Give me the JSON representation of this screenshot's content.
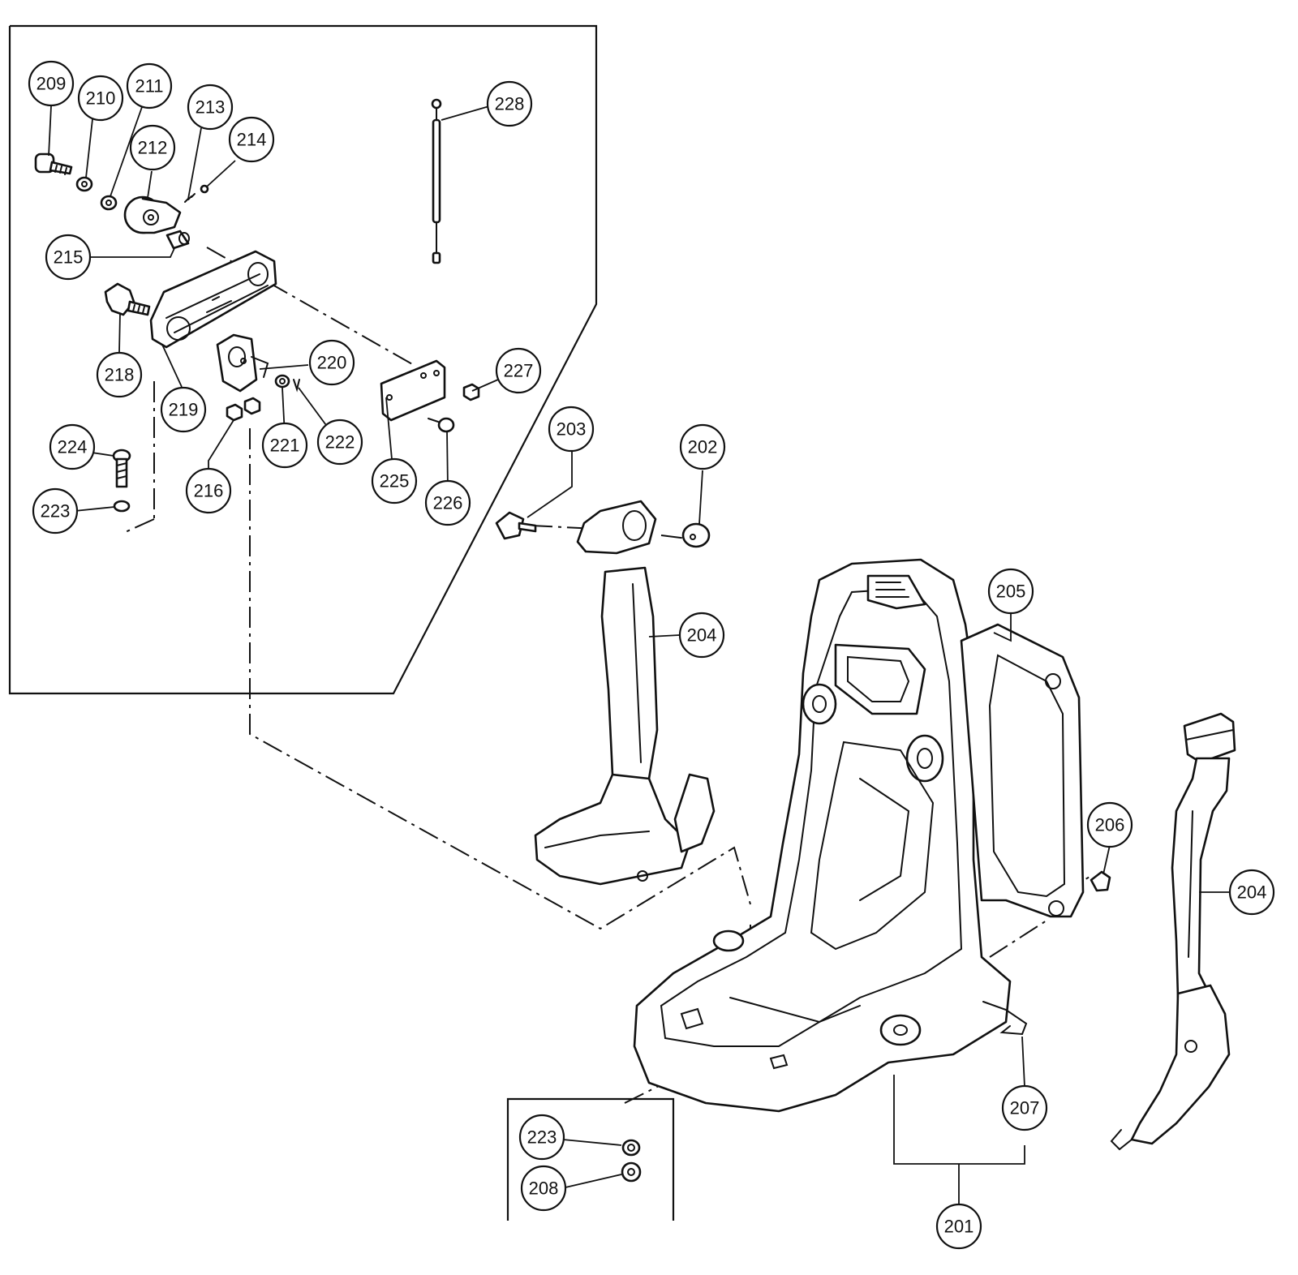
{
  "callouts": [
    {
      "id": "c209",
      "label": "209"
    },
    {
      "id": "c210",
      "label": "210"
    },
    {
      "id": "c211",
      "label": "211"
    },
    {
      "id": "c212",
      "label": "212"
    },
    {
      "id": "c213",
      "label": "213"
    },
    {
      "id": "c214",
      "label": "214"
    },
    {
      "id": "c215",
      "label": "215"
    },
    {
      "id": "c218",
      "label": "218"
    },
    {
      "id": "c219",
      "label": "219"
    },
    {
      "id": "c220",
      "label": "220"
    },
    {
      "id": "c221",
      "label": "221"
    },
    {
      "id": "c222",
      "label": "222"
    },
    {
      "id": "c216",
      "label": "216"
    },
    {
      "id": "c224",
      "label": "224"
    },
    {
      "id": "c223a",
      "label": "223"
    },
    {
      "id": "c225",
      "label": "225"
    },
    {
      "id": "c226",
      "label": "226"
    },
    {
      "id": "c227",
      "label": "227"
    },
    {
      "id": "c228",
      "label": "228"
    },
    {
      "id": "c203",
      "label": "203"
    },
    {
      "id": "c202",
      "label": "202"
    },
    {
      "id": "c204a",
      "label": "204"
    },
    {
      "id": "c205",
      "label": "205"
    },
    {
      "id": "c206",
      "label": "206"
    },
    {
      "id": "c204b",
      "label": "204"
    },
    {
      "id": "c207",
      "label": "207"
    },
    {
      "id": "c201",
      "label": "201"
    },
    {
      "id": "c223b",
      "label": "223"
    },
    {
      "id": "c208",
      "label": "208"
    }
  ]
}
